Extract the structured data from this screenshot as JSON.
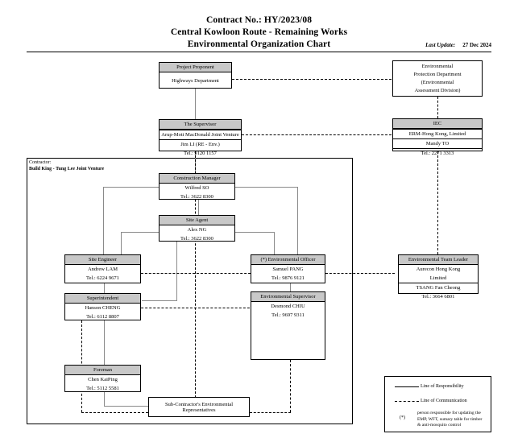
{
  "header": {
    "title_lines": [
      "Contract No.: HY/2023/08",
      "Central Kowloon Route - Remaining Works",
      "Environmental Organization Chart"
    ],
    "last_update_label": "Last Update:",
    "last_update_value": "27 Dec 2024"
  },
  "contractor": {
    "label": "Contractor:",
    "name": "Build King - Tung Lee Joint Venture"
  },
  "boxes": {
    "project_proponent": {
      "header": "Project Proponent",
      "body": "Highways Department"
    },
    "epd": {
      "lines": [
        "Environmental",
        "Protection Department",
        "(Environmental",
        "Assessment Division)"
      ]
    },
    "supervisor": {
      "header": "The Supervisor",
      "org": "Arup-Mott MacDonald Joint Venture",
      "person": "Jim LI (RE - Env.)",
      "tel": "Tel.: 9120 1157"
    },
    "iec": {
      "header": "IEC",
      "org": "ERM-Hong Kong, Limited",
      "person": "Mandy TO",
      "tel": "Tel.: 2271 3313"
    },
    "construction_manager": {
      "header": "Construction Manager",
      "person": "Wilfred SO",
      "tel": "Tel.: 3622 8300"
    },
    "site_agent": {
      "header": "Site Agent",
      "person": "Alex NG",
      "tel": "Tel.: 3622 8300"
    },
    "site_engineer": {
      "header": "Site Engineer",
      "person": "Andrew LAM",
      "tel": "Tel.: 6224 9671"
    },
    "environmental_officer": {
      "header": "(*) Environmental Officer",
      "person": "Samuel PANG",
      "tel": "Tel.: 9876 9121"
    },
    "environmental_team_leader": {
      "header": "Environmental Team Leader",
      "org_line1": "Aurecon Hong Kong",
      "org_line2": "Limited",
      "person": "TSANG Fan Cheong",
      "tel": "Tel.: 3664 6801"
    },
    "superintendent": {
      "header": "Superintendent",
      "person": "Hanson CHENG",
      "tel": "Tel.: 6112 8807"
    },
    "environmental_supervisor": {
      "header": "Environmental Supervisor",
      "person": "Desmond CHIU",
      "tel": "Tel.: 9697 9311"
    },
    "foreman": {
      "header": "Foreman",
      "person": "Chen KaiPing",
      "tel": "Tel.: 5112 5581"
    },
    "subcontractor": {
      "body": "Sub-Contractor's Environmental Representatives"
    }
  },
  "legend": {
    "responsibility": "Line of Responsibility",
    "communication": "Line of Communication",
    "asterisk": "(*)",
    "note_lines": [
      "person responsible for updating the",
      "EMP, WFT, sumary table for timber",
      "& anti-mosquito control"
    ]
  },
  "colors": {
    "header_fill": "#c8c8c8",
    "line_solid": "#8a8a8a",
    "line_dashed": "#000000"
  }
}
